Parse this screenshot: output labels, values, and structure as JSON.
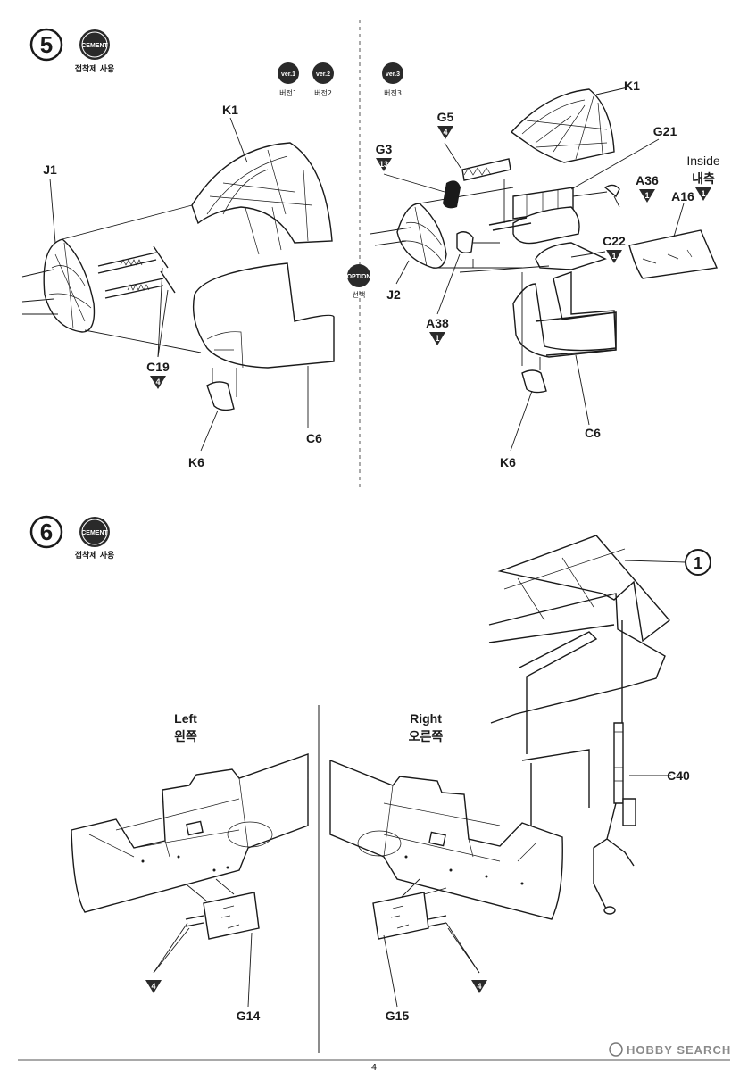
{
  "page_number": "4",
  "watermark": "HOBBY SEARCH",
  "step5": {
    "number": "5",
    "cement_badge": "CEMENT",
    "cement_note": "접착제 사용",
    "versions": [
      {
        "badge": "ver.1",
        "label": "버전1"
      },
      {
        "badge": "ver.2",
        "label": "버전2"
      },
      {
        "badge": "ver.3",
        "label": "버전3"
      }
    ],
    "option_badge": "OPTION",
    "option_label": "선택",
    "left_parts": {
      "K1": "K1",
      "J1": "J1",
      "C19": "C19",
      "C19_qty": "4",
      "C6": "C6",
      "K6": "K6"
    },
    "right_parts": {
      "K1": "K1",
      "G21": "G21",
      "G5": "G5",
      "G5_qty": "4",
      "G3": "G3",
      "G3_qty": "13",
      "A36": "A36",
      "A36_qty": "1",
      "inside_en": "Inside",
      "inside_kr": "내측",
      "inside_qty": "1",
      "A16": "A16",
      "C22": "C22",
      "C22_qty": "1",
      "J2": "J2",
      "A38": "A38",
      "A38_qty": "1",
      "C6": "C6",
      "K6": "K6"
    }
  },
  "step6": {
    "number": "6",
    "cement_badge": "CEMENT",
    "cement_note": "접착제 사용",
    "ref_number": "1",
    "C40": "C40",
    "left_en": "Left",
    "left_kr": "왼쪽",
    "right_en": "Right",
    "right_kr": "오른쪽",
    "G14": "G14",
    "G14_qty": "4",
    "G15": "G15",
    "G15_qty": "4"
  }
}
